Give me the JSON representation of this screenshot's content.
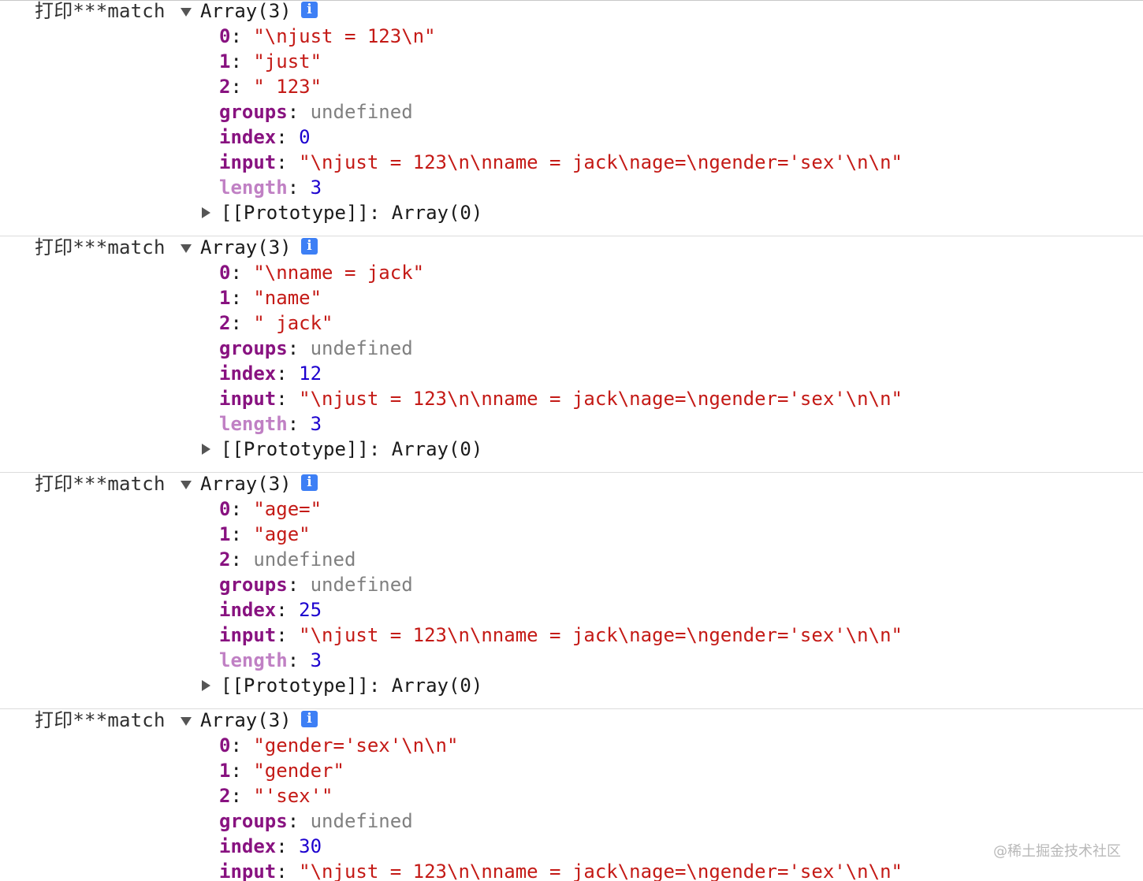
{
  "entries": [
    {
      "label": "打印***match",
      "head": "Array(3)",
      "info": "i",
      "items": [
        "\"\\njust = 123\\n\"",
        "\"just\"",
        "\" 123\""
      ],
      "item_types": [
        "str",
        "str",
        "str"
      ],
      "groups": "undefined",
      "index": "0",
      "input": "\"\\njust = 123\\n\\nname = jack\\nage=\\ngender='sex'\\n\\n\"",
      "length": "3",
      "prototype": "[[Prototype]]: Array(0)"
    },
    {
      "label": "打印***match",
      "head": "Array(3)",
      "info": "i",
      "items": [
        "\"\\nname = jack\"",
        "\"name\"",
        "\" jack\""
      ],
      "item_types": [
        "str",
        "str",
        "str"
      ],
      "groups": "undefined",
      "index": "12",
      "input": "\"\\njust = 123\\n\\nname = jack\\nage=\\ngender='sex'\\n\\n\"",
      "length": "3",
      "prototype": "[[Prototype]]: Array(0)"
    },
    {
      "label": "打印***match",
      "head": "Array(3)",
      "info": "i",
      "items": [
        "\"age=\"",
        "\"age\"",
        "undefined"
      ],
      "item_types": [
        "str",
        "str",
        "undef"
      ],
      "groups": "undefined",
      "index": "25",
      "input": "\"\\njust = 123\\n\\nname = jack\\nage=\\ngender='sex'\\n\\n\"",
      "length": "3",
      "prototype": "[[Prototype]]: Array(0)"
    },
    {
      "label": "打印***match",
      "head": "Array(3)",
      "info": "i",
      "items": [
        "\"gender='sex'\\n\\n\"",
        "\"gender\"",
        "\"'sex'\""
      ],
      "item_types": [
        "str",
        "str",
        "str"
      ],
      "groups": "undefined",
      "index": "30",
      "input": "\"\\njust = 123\\n\\nname = jack\\nage=\\ngender='sex'\\n\\n\"",
      "length": null,
      "prototype": null
    }
  ],
  "keys": {
    "i0": "0",
    "i1": "1",
    "i2": "2",
    "groups": "groups",
    "index": "index",
    "input": "input",
    "length": "length",
    "colon": ": "
  },
  "colors": {
    "key": "#881280",
    "key_nonenumerable": "#c080c4",
    "string": "#c41a16",
    "number": "#1c00cf",
    "undefined": "#808080",
    "info_icon": "#3d7ff5"
  },
  "watermark": "@稀土掘金技术社区"
}
